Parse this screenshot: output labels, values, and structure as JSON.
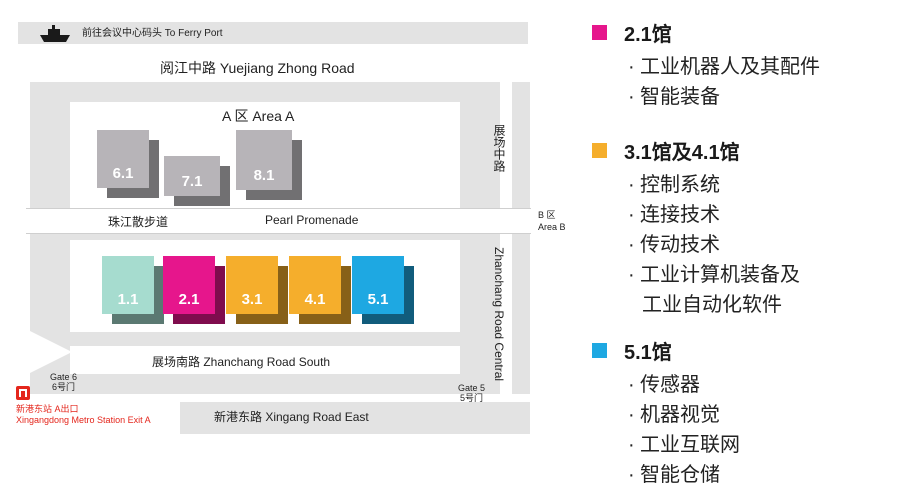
{
  "map": {
    "ferry_label": "前往会议中心码头  To Ferry Port",
    "roads": {
      "top": "阅江中路  Yuejiang Zhong Road",
      "right_upper": "展场中路",
      "pearl": "珠江散步道",
      "pearl_en": "Pearl Promenade",
      "south": "展场南路  Zhanchang Road South",
      "bottom": "新港东路  Xingang Road East",
      "right_lower": "Zhanchang Road Central"
    },
    "area_a": "A 区 Area A",
    "area_b_cn": "B 区",
    "area_b_en": "Area B",
    "gates": {
      "gate6_en": "Gate 6",
      "gate6_cn": "6号门",
      "gate5_en": "Gate 5",
      "gate5_cn": "5号门"
    },
    "metro": {
      "cn": "新港东站 A出口",
      "en": "Xingangdong Metro Station Exit A"
    },
    "halls_top": [
      {
        "label": "6.1",
        "color": "#b7b4b8"
      },
      {
        "label": "7.1",
        "color": "#b7b4b8"
      },
      {
        "label": "8.1",
        "color": "#b7b4b8"
      }
    ],
    "halls_bottom": [
      {
        "label": "1.1",
        "color": "#a6dccf"
      },
      {
        "label": "2.1",
        "color": "#e6168c"
      },
      {
        "label": "3.1",
        "color": "#f5ae2c"
      },
      {
        "label": "4.1",
        "color": "#f5ae2c"
      },
      {
        "label": "5.1",
        "color": "#1ea8e2"
      }
    ]
  },
  "legend": [
    {
      "title": "2.1馆",
      "color": "#e6168c",
      "items": [
        "工业机器人及其配件",
        "智能装备"
      ]
    },
    {
      "title": "3.1馆及4.1馆",
      "color": "#f5ae2c",
      "items": [
        "控制系统",
        "连接技术",
        "传动技术",
        "工业计算机装备及",
        "工业自动化软件"
      ]
    },
    {
      "title": "5.1馆",
      "color": "#1ea8e2",
      "items": [
        "传感器",
        "机器视觉",
        "工业互联网",
        "智能仓储"
      ]
    }
  ]
}
